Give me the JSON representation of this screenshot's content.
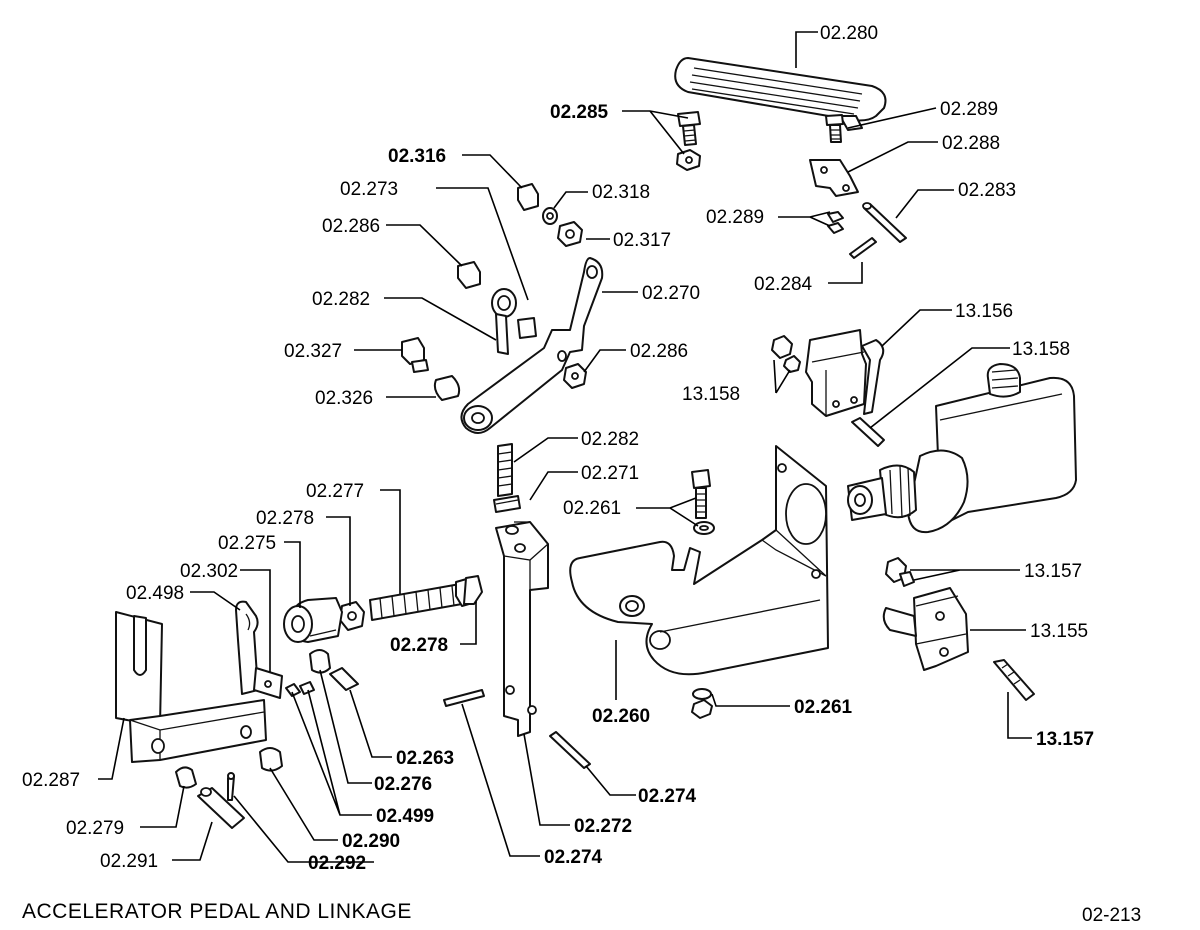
{
  "title": "ACCELERATOR PEDAL AND LINKAGE",
  "page_ref": "02-213",
  "labels": {
    "l02280": "02.280",
    "l02285": "02.285",
    "l02289a": "02.289",
    "l02288": "02.288",
    "l02316": "02.316",
    "l02318": "02.318",
    "l02273": "02.273",
    "l02283": "02.283",
    "l02289b": "02.289",
    "l02286a": "02.286",
    "l02317": "02.317",
    "l02284": "02.284",
    "l02282a": "02.282",
    "l02270": "02.270",
    "l13156": "13.156",
    "l02327": "02.327",
    "l02286b": "02.286",
    "l13158a": "13.158",
    "l13158b": "13.158",
    "l02326": "02.326",
    "l02282b": "02.282",
    "l02271": "02.271",
    "l02277": "02.277",
    "l02261a": "02.261",
    "l02278a": "02.278",
    "l02275": "02.275",
    "l02302": "02.302",
    "l02498": "02.498",
    "l13157a": "13.157",
    "l02278b": "02.278",
    "l13155": "13.155",
    "l02260": "02.260",
    "l02261b": "02.261",
    "l02263": "02.263",
    "l13157b": "13.157",
    "l02287": "02.287",
    "l02276": "02.276",
    "l02274a": "02.274",
    "l02499": "02.499",
    "l02279": "02.279",
    "l02272": "02.272",
    "l02290": "02.290",
    "l02291": "02.291",
    "l02292": "02.292",
    "l02274b": "02.274"
  }
}
